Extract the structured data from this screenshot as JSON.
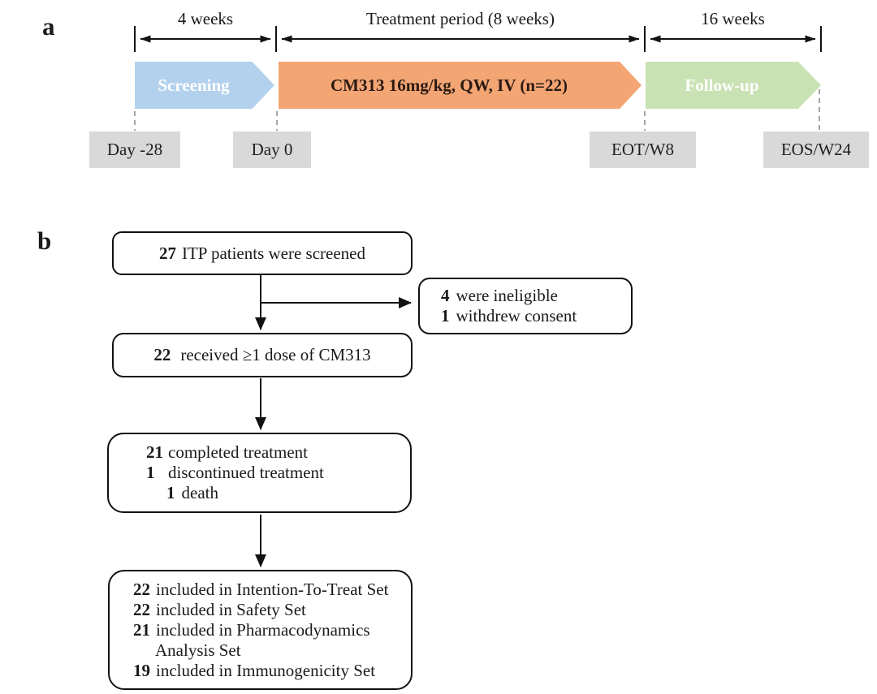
{
  "figure": {
    "panel_a": {
      "label": "a",
      "durations": [
        "4 weeks",
        "Treatment period (8 weeks)",
        "16 weeks"
      ],
      "phases": [
        {
          "label": "Screening",
          "fill": "#b3d1ec",
          "text_color": "#ffffff"
        },
        {
          "label": "CM313 16mg/kg, QW, IV (n=22)",
          "fill": "#f3a574",
          "text_color": "#2b1a12"
        },
        {
          "label": "Follow-up",
          "fill": "#c9e2b4",
          "text_color": "#ffffff"
        }
      ],
      "milestones": [
        "Day -28",
        "Day 0",
        "EOT/W8",
        "EOS/W24"
      ],
      "milestone_fill": "#d9d9d9"
    },
    "panel_b": {
      "label": "b",
      "boxes": [
        {
          "name": "screened",
          "lines": [
            {
              "num": "27",
              "text": "ITP patients were screened"
            }
          ]
        },
        {
          "name": "excluded",
          "lines": [
            {
              "num": "4",
              "text": "were ineligible"
            },
            {
              "num": "1",
              "text": "withdrew consent"
            }
          ]
        },
        {
          "name": "dosed",
          "lines": [
            {
              "num": "22",
              "text": "received ≥1 dose of CM313"
            }
          ]
        },
        {
          "name": "treatment_outcome",
          "lines": [
            {
              "num": "21",
              "text": "completed treatment"
            },
            {
              "num": "1",
              "text": "discontinued treatment"
            },
            {
              "num": "1",
              "text": "death"
            }
          ]
        },
        {
          "name": "analysis_sets",
          "lines": [
            {
              "num": "22",
              "text": "included in Intention-To-Treat Set"
            },
            {
              "num": "22",
              "text": "included in Safety Set"
            },
            {
              "num": "21",
              "text": "included in Pharmacodynamics"
            },
            {
              "text": "Analysis Set"
            },
            {
              "num": "19",
              "text": "included in Immunogenicity Set"
            }
          ]
        }
      ]
    }
  }
}
